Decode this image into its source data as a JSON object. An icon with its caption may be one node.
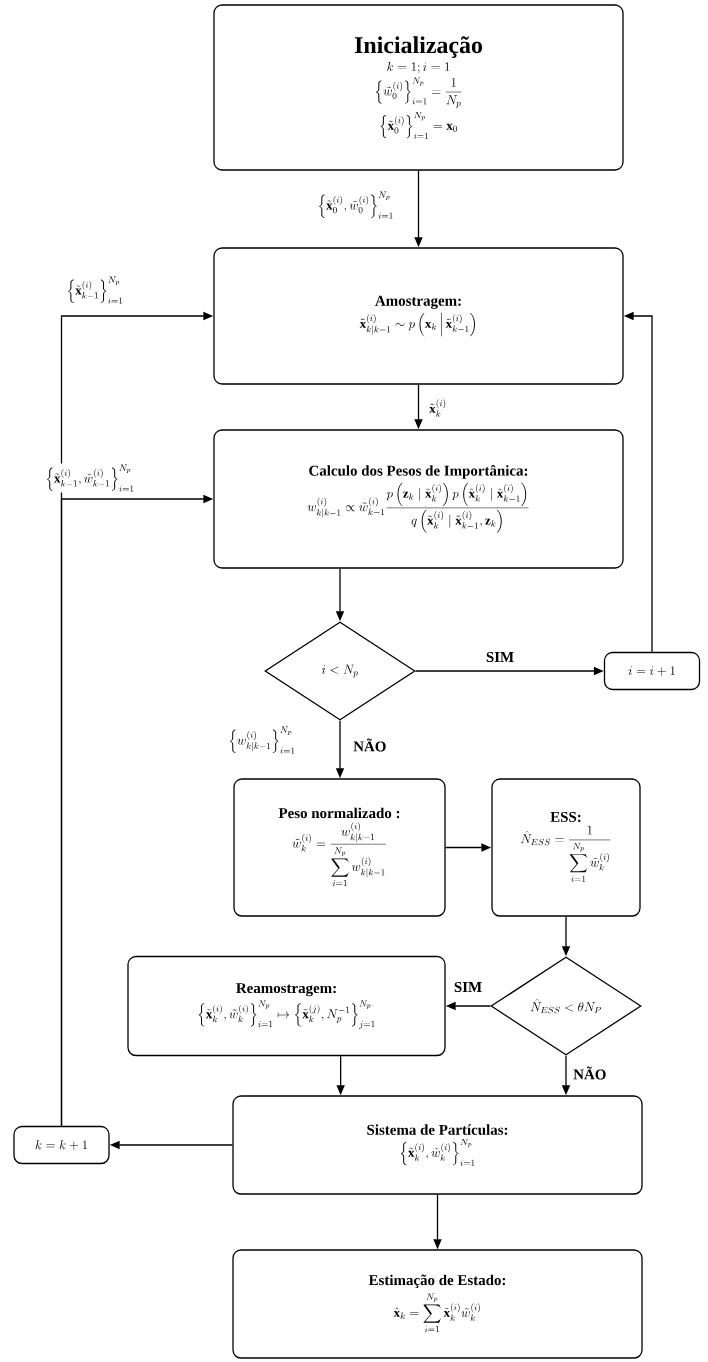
{
  "diagram": {
    "nodes": [
      {
        "text": [
          "Inicialização",
          "k=1; i=1",
          "\\left\\{\\tilde{w}_0^{(i)}\\right\\}_{i=1}^{N_p}=\\frac{1}{N_p}",
          "\\left\\{\\tilde{\\mathbf{x}}_0^{(i)}\\right\\}_{i=1}^{N_p}=\\mathbf{x}_0"
        ]
      },
      {
        "text": [
          "Amostragem:",
          "\\tilde{\\mathbf{x}}_{k|k-1}^{(i)}\\sim p\\left(\\mathbf{x}_k\\,\\middle|\\,\\tilde{\\mathbf{x}}_{k-1}^{(i)}\\right)"
        ]
      },
      {
        "text": [
          "Calculo dos Pesos de Importânica:",
          "w_{k|k-1}^{(i)}\\propto\\tilde{w}_{k-1}^{(i)}\\frac{p\\left(\\mathbf{z}_k\\mid\\tilde{\\mathbf{x}}_k^{(i)}\\right)p\\left(\\tilde{\\mathbf{x}}_k^{(i)}\\mid\\tilde{\\mathbf{x}}_{k-1}^{(i)}\\right)}{q\\left(\\tilde{\\mathbf{x}}_k^{(i)}\\mid\\tilde{\\mathbf{x}}_{k-1}^{(i)},\\mathbf{z}_k\\right)}"
        ]
      },
      {
        "text": [
          "i<N_p"
        ]
      },
      {
        "text": [
          "i=i+1"
        ]
      },
      {
        "text": [
          "Peso normalizado :",
          "\\tilde{w}_k^{(i)}=\\frac{w_{k|k-1}^{(i)}}{\\displaystyle\\sum_{i=1}^{N_p}w_{k|k-1}^{(i)}}"
        ]
      },
      {
        "text": [
          "ESS:",
          "\\hat{N}_{ESS}=\\frac{1}{\\displaystyle\\sum_{i=1}^{N_p}\\tilde{w}_k^{(i)}}"
        ]
      },
      {
        "text": [
          "\\hat{N}_{ESS}<\\theta N_P"
        ]
      },
      {
        "text": [
          "Reamostragem:",
          "\\left\\{\\tilde{\\mathbf{x}}_k^{(i)},\\tilde{w}_k^{(i)}\\right\\}_{i=1}^{N_p}\\mapsto\\left\\{\\tilde{\\mathbf{x}}_k^{(j)},N_p^{-1}\\right\\}_{j=1}^{N_p}"
        ]
      },
      {
        "text": [
          "Sistema de Partículas:",
          "\\left\\{\\tilde{\\mathbf{x}}_k^{(i)},\\tilde{w}_k^{(i)}\\right\\}_{i=1}^{N_p}"
        ]
      },
      {
        "text": [
          "k=k+1"
        ]
      },
      {
        "text": [
          "Estimação de Estado:",
          "\\hat{\\mathbf{x}}_k=\\sum_{i=1}^{N_p}\\tilde{\\mathbf{x}}_k^{(i)}\\tilde{w}_k^{(i)}"
        ]
      }
    ],
    "edges": [
      {
        "from": 0,
        "to": 1,
        "arrow": "to",
        "label": "\\left\\{\\tilde{\\mathbf{x}}_0^{(i)},\\tilde{w}_0^{(i)}\\right\\}_{i=1}^{N_p}"
      },
      {
        "from": 1,
        "to": 2,
        "arrow": "to",
        "label": "\\tilde{\\mathbf{x}}_k^{(i)}"
      },
      {
        "from": 2,
        "to": 3,
        "arrow": "to"
      },
      {
        "from": 3,
        "to": 4,
        "arrow": "to",
        "label": "SIM"
      },
      {
        "from": 4,
        "to": 1,
        "arrow": "to"
      },
      {
        "from": 3,
        "to": 5,
        "arrow": "to",
        "label": "NÃO"
      },
      {
        "from": 5,
        "to": 6,
        "arrow": "to"
      },
      {
        "from": 6,
        "to": 7,
        "arrow": "to"
      },
      {
        "from": 7,
        "to": 8,
        "arrow": "to",
        "label": "SIM"
      },
      {
        "from": 7,
        "to": 9,
        "arrow": "to",
        "label": "NÃO"
      },
      {
        "from": 8,
        "to": 9,
        "arrow": "to"
      },
      {
        "from": 9,
        "to": 10,
        "arrow": "to"
      },
      {
        "from": 10,
        "to": 1,
        "arrow": "to",
        "label": "\\left\\{\\tilde{\\mathbf{x}}_{k-1}^{(i)}\\right\\}_{i=1}^{N_p}"
      },
      {
        "from": 10,
        "to": 2,
        "arrow": "to",
        "label": "\\left\\{\\tilde{\\mathbf{x}}_{k-1}^{(i)},\\tilde{w}_{k-1}^{(i)}\\right\\}_{i=1}^{N_p}"
      },
      {
        "from": 9,
        "to": 11,
        "arrow": "to"
      }
    ],
    "labels": [
      "\\left\\{w_{k|k-1}^{(i)}\\right\\}_{i=1}^{N_p}"
    ]
  }
}
